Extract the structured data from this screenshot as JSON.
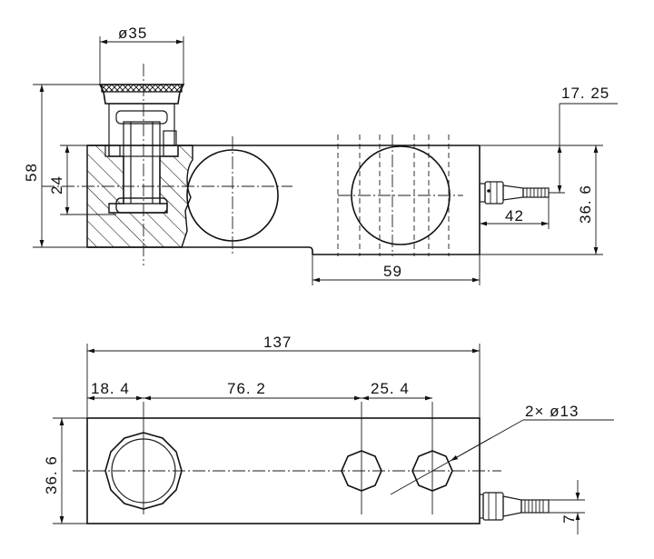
{
  "top_view": {
    "dim_knurl_diameter": "ø35",
    "dim_overall_height": "58",
    "dim_hole_height": "24",
    "dim_cable_offset": "17. 25",
    "dim_body_height": "36. 6",
    "dim_cable_length": "42",
    "dim_step_length": "59"
  },
  "bottom_view": {
    "dim_total_length": "137",
    "dim_end_to_hole": "18. 4",
    "dim_hole_spacing": "76. 2",
    "dim_mount_hole_pitch": "25. 4",
    "dim_mount_holes": "2× ø13",
    "dim_body_width": "36. 6",
    "dim_cable_width": "7"
  }
}
